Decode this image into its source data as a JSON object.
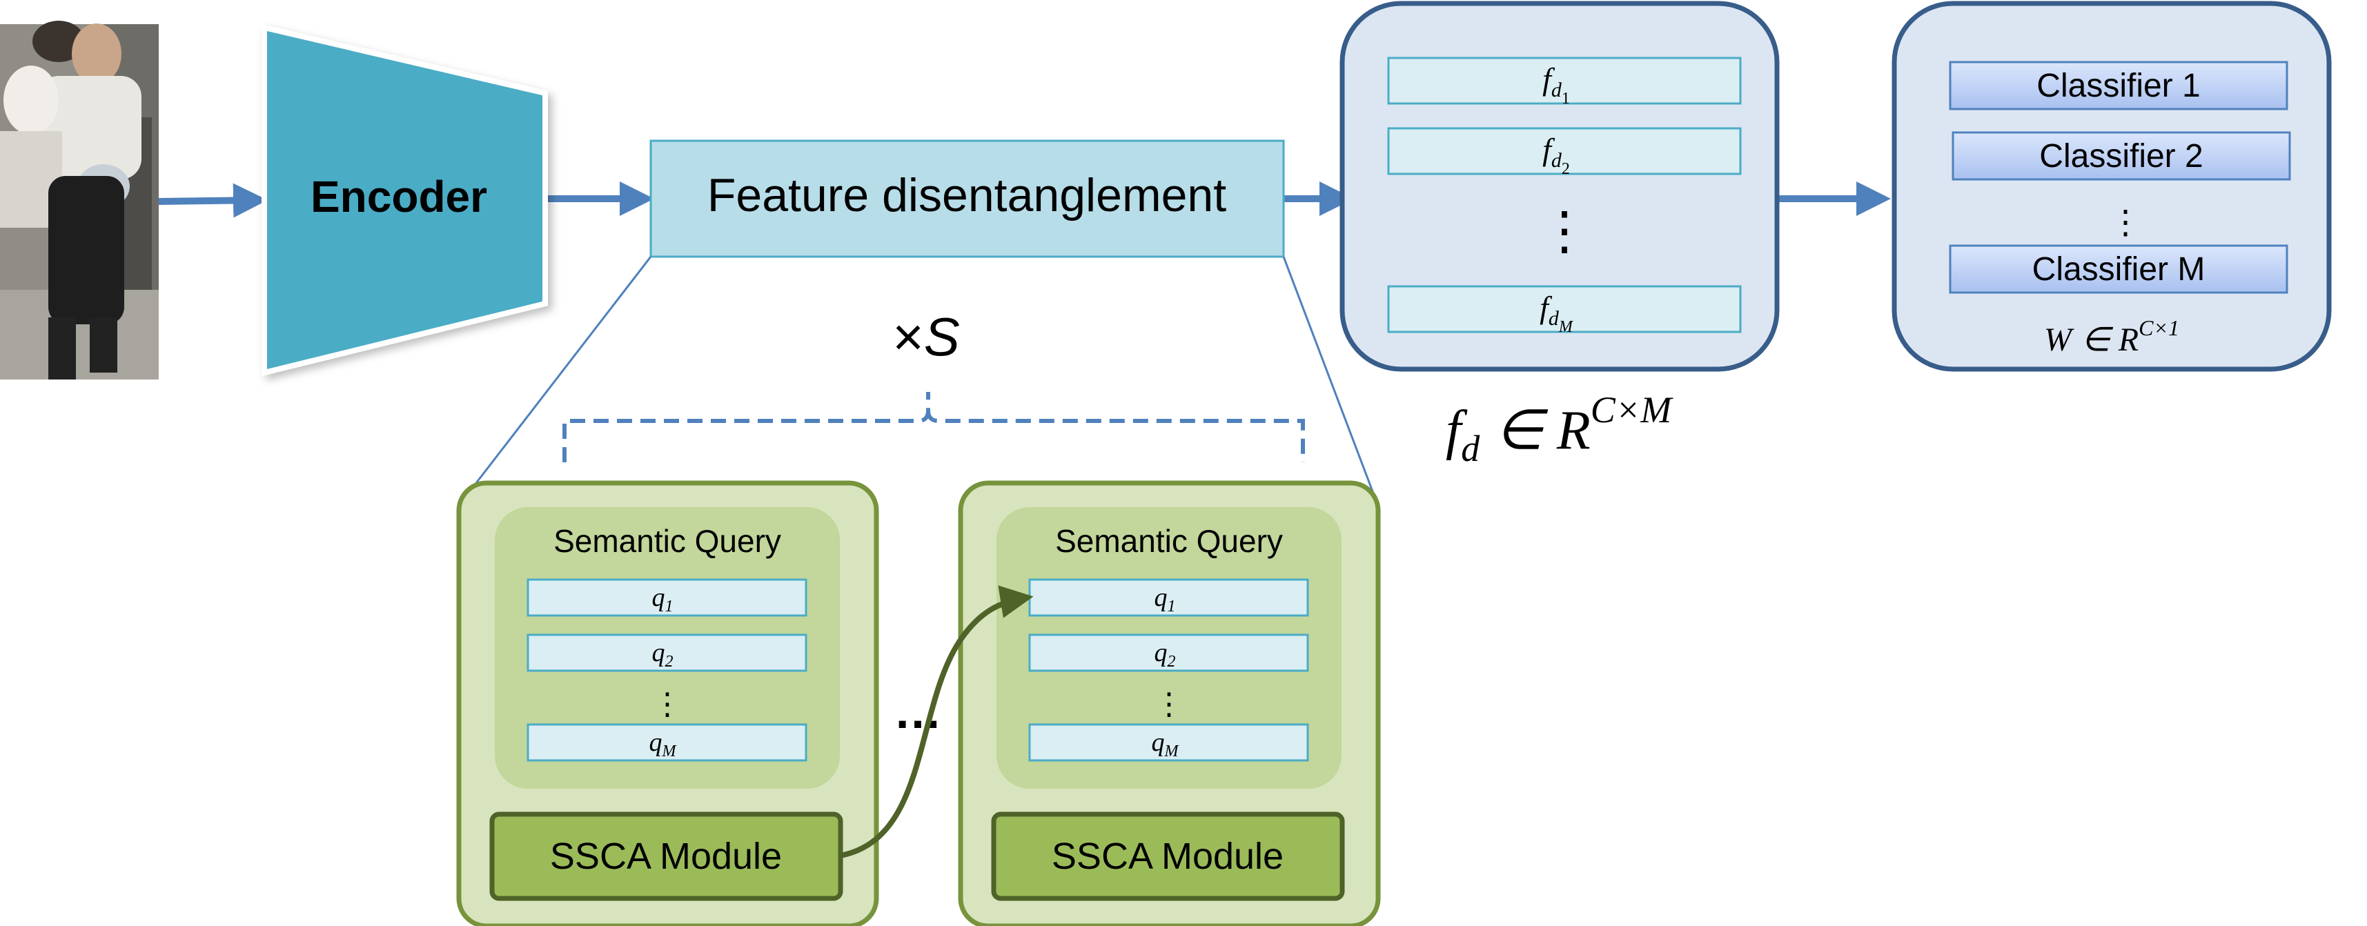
{
  "encoder": {
    "label": "Encoder"
  },
  "feature_disentanglement": {
    "label": "Feature disentanglement"
  },
  "repeat": {
    "times": "×",
    "var": "S"
  },
  "modules": [
    {
      "query_title": "Semantic Query",
      "queries": [
        {
          "sym": "q",
          "sub": "1"
        },
        {
          "sym": "q",
          "sub": "2"
        },
        {
          "sym": "q",
          "sub": "M"
        }
      ],
      "vdots": "⋮",
      "ssca_label": "SSCA Module"
    },
    {
      "query_title": "Semantic Query",
      "queries": [
        {
          "sym": "q",
          "sub": "1"
        },
        {
          "sym": "q",
          "sub": "2"
        },
        {
          "sym": "q",
          "sub": "M"
        }
      ],
      "vdots": "⋮",
      "ssca_label": "SSCA Module"
    }
  ],
  "between_dots": "…",
  "features": {
    "items": [
      {
        "sym": "f",
        "sub": "d",
        "subsub": "1"
      },
      {
        "sym": "f",
        "sub": "d",
        "subsub": "2"
      },
      {
        "sym": "f",
        "sub": "d",
        "subsub": "M"
      }
    ],
    "vdots": "⋮",
    "formula": {
      "sym": "f",
      "sub": "d",
      "rel": "∈ R",
      "sup": "C×M"
    }
  },
  "classifiers": {
    "items": [
      "Classifier 1",
      "Classifier 2",
      "Classifier M"
    ],
    "vdots": "⋮",
    "formula": {
      "sym": "W",
      "rel": "∈ R",
      "sup": "C×1"
    }
  },
  "colors": {
    "arrow": "#4f81bd",
    "encoder": "#4bacc6",
    "fd_box": "#b7dde8",
    "panel_fill": "#dce6f2",
    "panel_stroke": "#385d8a",
    "green_outer": "#d7e4bd",
    "green_inner": "#c3d69b",
    "green_stroke": "#77933c",
    "ssca_fill": "#9bbb59",
    "classifier_fill": "#b9cdf5"
  }
}
